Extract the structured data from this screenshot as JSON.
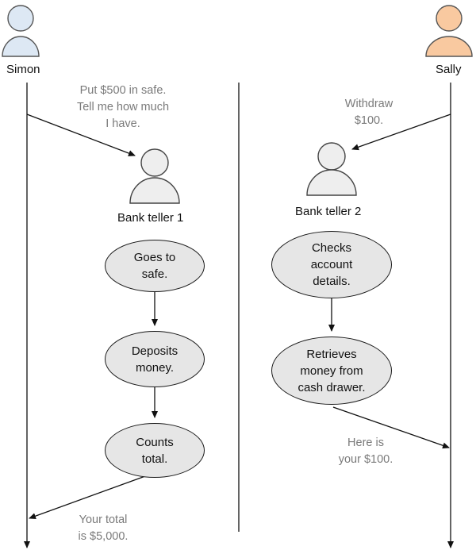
{
  "actors": {
    "simon": {
      "name": "Simon",
      "color": "#dde8f4"
    },
    "sally": {
      "name": "Sally",
      "color": "#f9c9a0"
    },
    "teller1": {
      "name": "Bank teller 1",
      "color": "#eeeeee"
    },
    "teller2": {
      "name": "Bank teller 2",
      "color": "#eeeeee"
    }
  },
  "messages": {
    "simon_request": [
      "Put $500 in safe.",
      "Tell me how much",
      "I have."
    ],
    "sally_request": [
      "Withdraw",
      "$100."
    ],
    "teller2_reply": [
      "Here is",
      "your $100."
    ],
    "teller1_reply": [
      "Your total",
      "is $5,000."
    ]
  },
  "steps": {
    "teller1": [
      [
        "Goes to",
        "safe."
      ],
      [
        "Deposits",
        "money."
      ],
      [
        "Counts",
        "total."
      ]
    ],
    "teller2": [
      [
        "Checks",
        "account",
        "details."
      ],
      [
        "Retrieves",
        "money from",
        "cash drawer."
      ]
    ]
  }
}
